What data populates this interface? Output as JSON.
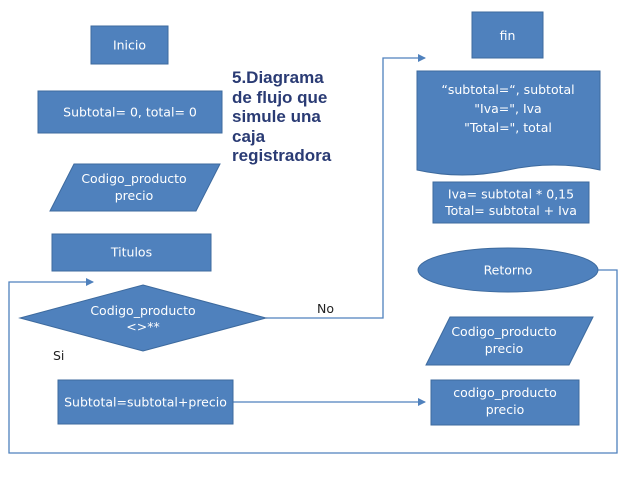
{
  "title": "5.Diagrama\nde flujo que\nsimule una\ncaja\nregistradora",
  "colors": {
    "node_fill": "#4f81bd",
    "node_stroke": "#3d6a9e",
    "connector": "#4f81bd",
    "title_text": "#2a3b74"
  },
  "nodes": {
    "inicio": "Inicio",
    "init_totals": "Subtotal= 0, total= 0",
    "input_1": [
      "Codigo_producto",
      "precio"
    ],
    "titulos": "Titulos",
    "decision": [
      "Codigo_producto",
      "<>**"
    ],
    "accumulate": "Subtotal=subtotal+precio",
    "output_2": [
      "codigo_producto",
      "precio"
    ],
    "input_2": [
      "Codigo_producto",
      "precio"
    ],
    "retorno": "Retorno",
    "calc": [
      "Iva= subtotal * 0,15",
      "Total= subtotal + Iva"
    ],
    "print": [
      "“subtotal=“, subtotal",
      "\"Iva=\", Iva",
      "\"Total=\", total"
    ],
    "fin": "fin"
  },
  "edge_labels": {
    "yes": "Si",
    "no": "No"
  }
}
